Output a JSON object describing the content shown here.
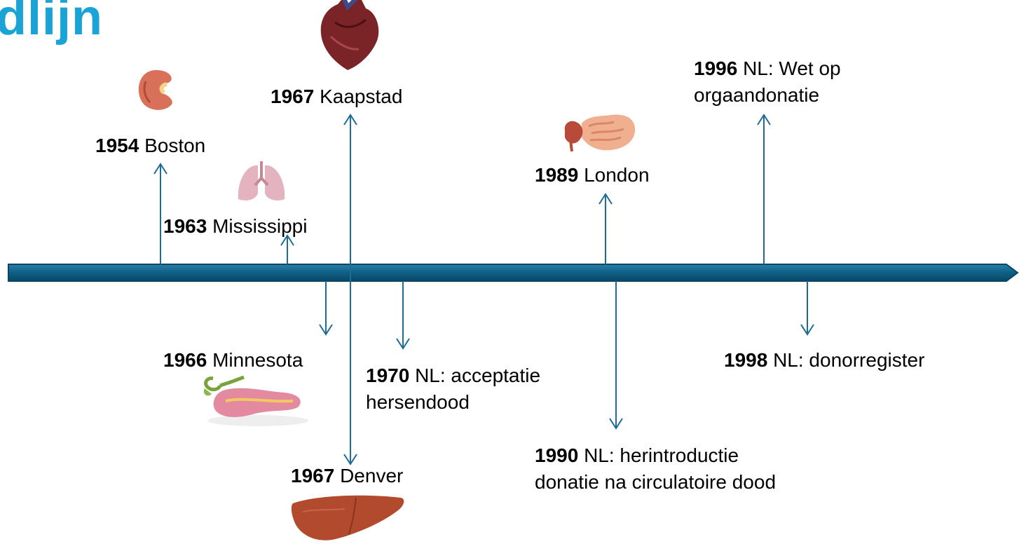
{
  "title": "dlijn",
  "colors": {
    "title": "#1aa3d6",
    "bar": "#0e5f86",
    "bar_edge": "#0a4666",
    "arrow": "#1d6c96"
  },
  "events": [
    {
      "id": "boston",
      "year": "1954",
      "text": "Boston",
      "line2": "",
      "organ": "kidney-icon"
    },
    {
      "id": "mississippi",
      "year": "1963",
      "text": "Mississippi",
      "line2": "",
      "organ": "lungs-icon"
    },
    {
      "id": "minnesota",
      "year": "1966",
      "text": "Minnesota",
      "line2": "",
      "organ": "pancreas-icon"
    },
    {
      "id": "kaapstad",
      "year": "1967",
      "text": "Kaapstad",
      "line2": "",
      "organ": "heart-icon"
    },
    {
      "id": "denver",
      "year": "1967",
      "text": "Denver",
      "line2": "",
      "organ": "liver-icon"
    },
    {
      "id": "nl1970",
      "year": "1970",
      "text": "NL: acceptatie",
      "line2": "hersendood",
      "organ": ""
    },
    {
      "id": "london",
      "year": "1989",
      "text": "London",
      "line2": "",
      "organ": "intestine-icon"
    },
    {
      "id": "nl1990",
      "year": "1990",
      "text": "NL: herintroductie",
      "line2": "donatie na circulatoire dood",
      "organ": ""
    },
    {
      "id": "nl1996",
      "year": "1996",
      "text": "NL: Wet op",
      "line2": "orgaandonatie",
      "organ": ""
    },
    {
      "id": "nl1998",
      "year": "1998",
      "text": "NL: donorregister",
      "line2": "",
      "organ": ""
    }
  ]
}
